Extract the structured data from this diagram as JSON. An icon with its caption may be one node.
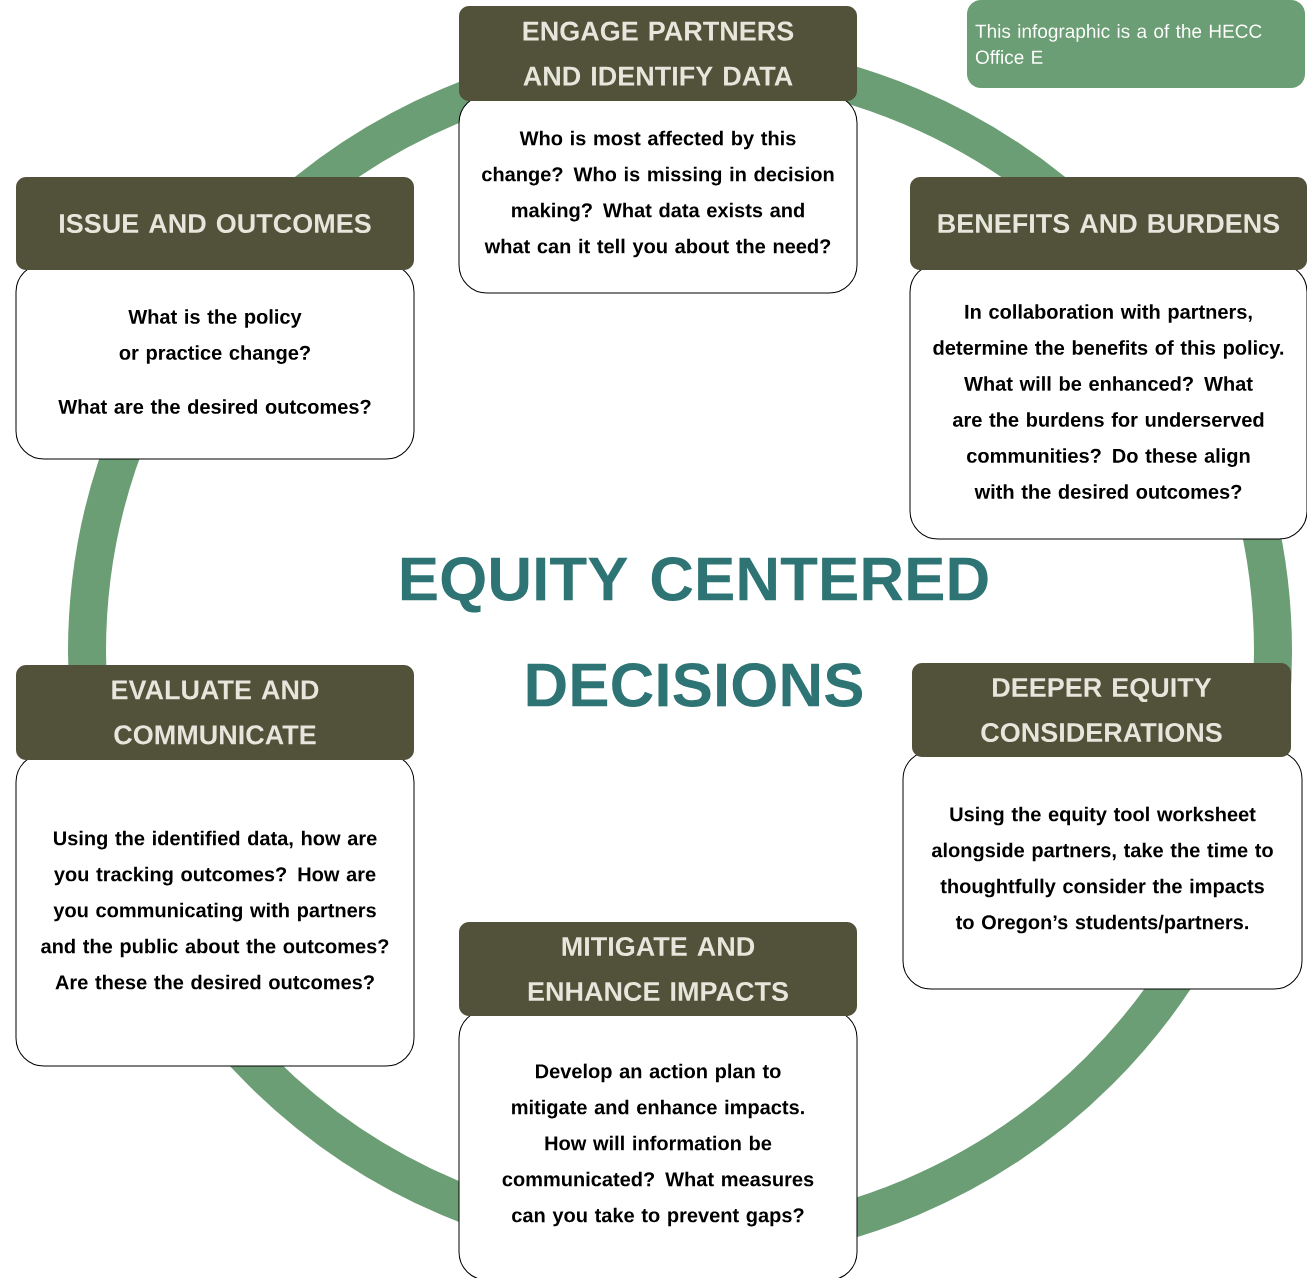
{
  "diagram": {
    "title": "EQUITY CENTERED DECISIONS",
    "nodes": [
      {
        "text": [
          "ENGAGE PARTNERS AND IDENTIFY DATA",
          "Who is most affected by this change? Who is missing in decision making? What data exists and what can it tell you about the need?"
        ]
      },
      {
        "text": [
          "ISSUE AND OUTCOMES",
          "What is the policy or practice change?",
          "What are the desired outcomes?"
        ]
      },
      {
        "text": [
          "BENEFITS AND BURDENS",
          "In collaboration with partners, determine the benefits of this policy. What will be enhanced? What are the burdens for underserved communities? Do these align with the desired outcomes?"
        ]
      },
      {
        "text": [
          "EVALUATE AND COMMUNICATE",
          "Using the identified data, how are  you tracking outcomes? How are you communicating with partners and the public about the outcomes? Are these the desired outcomes?"
        ]
      },
      {
        "text": [
          "DEEPER EQUITY CONSIDERATIONS",
          "Using the equity tool worksheet alongside partners, take the time to thoughtfully consider the impacts to Oregon’s students/partners."
        ]
      },
      {
        "text": [
          "MITIGATE AND ENHANCE IMPACTS",
          "Develop an action plan to mitigate and enhance impacts. How will information be communicated? What measures can you take to prevent gaps?"
        ]
      },
      {
        "text": [
          "This infographic is a of the HECC Office E"
        ]
      }
    ]
  }
}
